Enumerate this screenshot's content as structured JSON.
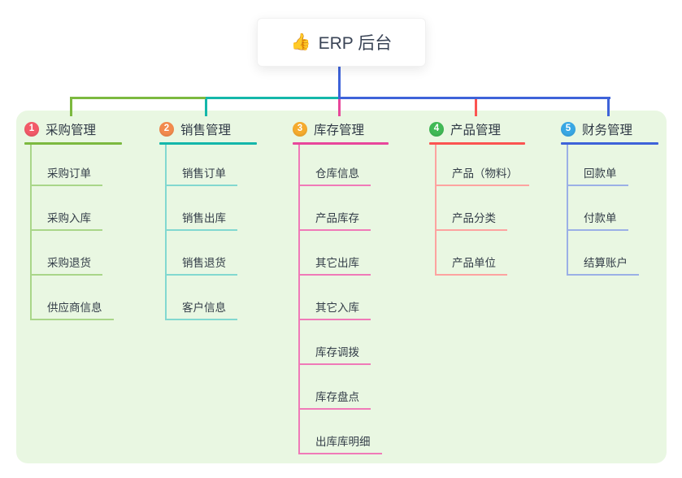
{
  "root": {
    "icon_char": "👍",
    "label": "ERP 后台"
  },
  "panel": {
    "bg": "#e9f7e2"
  },
  "root_connector_color": "#3e63d9",
  "branches": [
    {
      "number": "1",
      "label": "采购管理",
      "badge_color": "#f25a68",
      "line_color": "#7cb93f",
      "child_line_color": "#a9d689",
      "children": [
        "采购订单",
        "采购入库",
        "采购退货",
        "供应商信息"
      ]
    },
    {
      "number": "2",
      "label": "销售管理",
      "badge_color": "#f28a4d",
      "line_color": "#14b7aa",
      "child_line_color": "#82d8d0",
      "children": [
        "销售订单",
        "销售出库",
        "销售退货",
        "客户信息"
      ]
    },
    {
      "number": "3",
      "label": "库存管理",
      "badge_color": "#f5ab2e",
      "line_color": "#e8479b",
      "child_line_color": "#f07ab8",
      "children": [
        "仓库信息",
        "产品库存",
        "其它出库",
        "其它入库",
        "库存调拨",
        "库存盘点",
        "出库库明细"
      ]
    },
    {
      "number": "4",
      "label": "产品管理",
      "badge_color": "#41b956",
      "line_color": "#fb5451",
      "child_line_color": "#fda3a0",
      "children": [
        "产品（物料）",
        "产品分类",
        "产品单位"
      ]
    },
    {
      "number": "5",
      "label": "财务管理",
      "badge_color": "#39a7e4",
      "line_color": "#3e63d9",
      "child_line_color": "#9bb0e6",
      "children": [
        "回款单",
        "付款单",
        "结算账户"
      ]
    }
  ]
}
